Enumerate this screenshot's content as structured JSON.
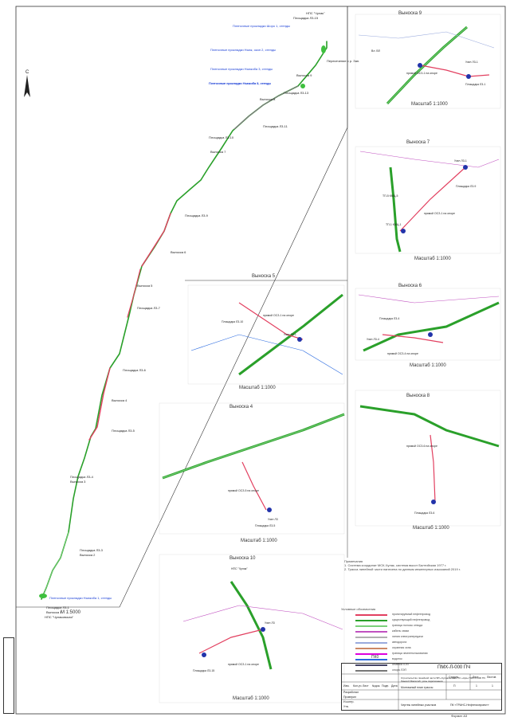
{
  "sheet": {
    "project_code": "ПМХ-Л-000 ПЧ",
    "project_title_line1": "Строительство линейной части ВЛ «Чулаковская» ПС «Арк» ПМХ-Л-000 ПЧ",
    "project_title_line2": "Линия 0 Масштаб, узлы подключения",
    "sheet_name": "Монтажный план трассы",
    "sheet_name_2": "Чертеж линейных участков",
    "company": "ПК «ТРАНС-Нефтегазпроект»",
    "stage_label": "Стадия",
    "sheet_label": "Лист",
    "sheets_label": "Листов",
    "stage": "П",
    "sheet_no": "1",
    "sheets_total": "1",
    "format": "Формат А3",
    "stationing": "ПК0",
    "roles": [
      "Разработал",
      "Проверил",
      "Н.контр.",
      "Утв."
    ],
    "cols": [
      "Изм.",
      "Кол.уч.",
      "Лист",
      "№док.",
      "Подп.",
      "Дата"
    ]
  },
  "main_route": {
    "scale": "М 1:5000",
    "labels": [
      {
        "text": "НПС \"Чулак\"",
        "type": "normal"
      },
      {
        "text": "Площадка Л3-15",
        "type": "normal"
      },
      {
        "text": "Пересечение с р. Зап.",
        "type": "normal"
      },
      {
        "text": "Пленочные прокладки Шоро 1, стенды",
        "type": "blue"
      },
      {
        "text": "Пленочные прокладки Ньюк, окоп 2, стенды",
        "type": "blue"
      },
      {
        "text": "Пленочные прокладки Ньюкоба 3, стенды",
        "type": "blue"
      },
      {
        "text": "Пленочные прокладки Ньюкоба 4, стенды",
        "type": "blue"
      },
      {
        "text": "Пленочные прокладки Ньюкоба 5, стенды",
        "type": "blue"
      },
      {
        "text": "Выноска 9",
        "type": "normal"
      },
      {
        "text": "Площадка Л3-13",
        "type": "normal"
      },
      {
        "text": "Выноска 8",
        "type": "normal"
      },
      {
        "text": "Площадка Л3-11",
        "type": "normal"
      },
      {
        "text": "Площадка Л3-10",
        "type": "normal"
      },
      {
        "text": "Выноска 7",
        "type": "normal"
      },
      {
        "text": "Площадка Л3-9",
        "type": "normal"
      },
      {
        "text": "Выноска 6",
        "type": "normal"
      },
      {
        "text": "Выноска 5",
        "type": "normal"
      },
      {
        "text": "Площадка Л3-7",
        "type": "normal"
      },
      {
        "text": "Площадка Л3-6",
        "type": "normal"
      },
      {
        "text": "Выноска 4",
        "type": "normal"
      },
      {
        "text": "Площадка Л3-5",
        "type": "normal"
      },
      {
        "text": "Площадка Л3-4",
        "type": "normal"
      },
      {
        "text": "Выноска 3",
        "type": "normal"
      },
      {
        "text": "Площадка Л3-3",
        "type": "normal"
      },
      {
        "text": "Выноска 2",
        "type": "normal"
      },
      {
        "text": "Пленочные прокладки Ньюкоба 1, стенды",
        "type": "blue"
      },
      {
        "text": "Площадка Л3-1",
        "type": "normal"
      },
      {
        "text": "Выноска 1",
        "type": "normal"
      },
      {
        "text": "НПС \"Чулаковская\"",
        "type": "normal"
      }
    ]
  },
  "insets": [
    {
      "title": "Выноска 9",
      "scale": "Масштаб 1:1000",
      "labels": [
        "Узел Л3-1",
        "Площадка Л3-1",
        "прямой ОСЗ-1 на опоре",
        "Вл. ВЛ"
      ]
    },
    {
      "title": "Выноска 7",
      "scale": "Масштаб 1:1000",
      "labels": [
        "Узел Л3-1",
        "Площадка Л3-9",
        "ТП-5 КМЦ-5",
        "ТП-1 КМЦ-1",
        "прямой ОСЗ-1 на опоре"
      ]
    },
    {
      "title": "Выноска 5",
      "scale": "Масштаб 1:1000",
      "labels": [
        "Площадка Л3-10",
        "прямой ОСЗ-1 на опоре",
        "Узел Л3-1"
      ]
    },
    {
      "title": "Выноска 6",
      "scale": "Масштаб 1:1000",
      "labels": [
        "Площадка Л3-4",
        "Узел Л3-4",
        "прямой ОСЗ-4 на опоре"
      ]
    },
    {
      "title": "Выноска 4",
      "scale": "Масштаб 1:1000",
      "labels": [
        "прямой ОСЗ-5 на опоре",
        "Узел Л3",
        "Площадка Л3-5"
      ]
    },
    {
      "title": "Выноска 8",
      "scale": "Масштаб 1:1000",
      "labels": [
        "прямой ОСЗ-6 на опоре",
        "Площадка Л3-6"
      ]
    },
    {
      "title": "Выноска 10",
      "scale": "Масштаб 1:1000",
      "labels": [
        "НПС \"Чулак\"",
        "прямой ОСЗ-1 на опоре",
        "Площадка Л3-15",
        "Узел Л3"
      ]
    }
  ],
  "notes": {
    "heading": "Примечания",
    "lines": [
      "1. Система координат МСК-Чулак, система высот Балтийская 1977 г.",
      "2. Трасса линейной части нанесена по данным инженерных изысканий 2019 г."
    ]
  },
  "legend": {
    "heading": "Условные обозначения",
    "items": [
      {
        "text": "проектируемый нефтепровод",
        "color": "#e24060"
      },
      {
        "text": "существующий нефтепровод",
        "color": "#2aa02a"
      },
      {
        "text": "граница полосы отвода",
        "color": "#7bd07b"
      },
      {
        "text": "кабель связи",
        "color": "#c050c0"
      },
      {
        "text": "линия электропередачи",
        "color": "#b0b0b0"
      },
      {
        "text": "автодорога",
        "color": "#9ad"
      },
      {
        "text": "охранная зона",
        "color": "#c86"
      },
      {
        "text": "граница землепользования",
        "color": "#d0d"
      },
      {
        "text": "водоток",
        "color": "#2a6ae0"
      },
      {
        "text": "отметка ЛЭП",
        "color": "#446"
      },
      {
        "text": "опора ЛЭП",
        "color": "#777"
      }
    ]
  }
}
